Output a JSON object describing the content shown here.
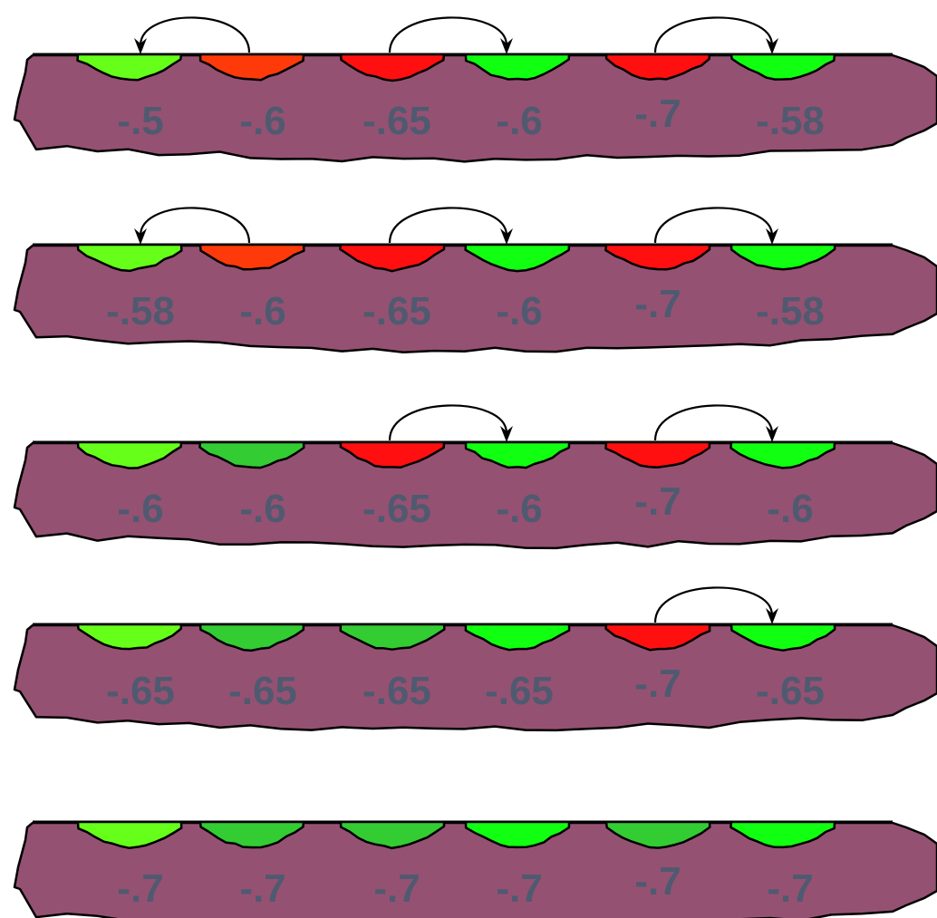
{
  "colors": {
    "board": "#955172",
    "text": "#4f5a70",
    "lime": "#66ff1a",
    "orange": "#ff3a0a",
    "red": "#ff0f0f",
    "bright_green": "#11ff11",
    "mid_green": "#33cc33"
  },
  "rows": [
    {
      "values": [
        "-.5",
        "-.6",
        "-.65",
        "-.6",
        "-.7",
        "-.58"
      ],
      "pit_colors": [
        "lime",
        "orange",
        "red",
        "bright_green",
        "red",
        "bright_green"
      ],
      "arrows": [
        {
          "from": 1,
          "to": 0
        },
        {
          "from": 2,
          "to": 3
        },
        {
          "from": 4,
          "to": 5
        }
      ]
    },
    {
      "values": [
        "-.58",
        "-.6",
        "-.65",
        "-.6",
        "-.7",
        "-.58"
      ],
      "pit_colors": [
        "lime",
        "orange",
        "red",
        "bright_green",
        "red",
        "bright_green"
      ],
      "arrows": [
        {
          "from": 1,
          "to": 0
        },
        {
          "from": 2,
          "to": 3
        },
        {
          "from": 4,
          "to": 5
        }
      ]
    },
    {
      "values": [
        "-.6",
        "-.6",
        "-.65",
        "-.6",
        "-.7",
        "-.6"
      ],
      "pit_colors": [
        "lime",
        "mid_green",
        "red",
        "bright_green",
        "red",
        "bright_green"
      ],
      "arrows": [
        {
          "from": 2,
          "to": 3
        },
        {
          "from": 4,
          "to": 5
        }
      ]
    },
    {
      "values": [
        "-.65",
        "-.65",
        "-.65",
        "-.65",
        "-.7",
        "-.65"
      ],
      "pit_colors": [
        "lime",
        "mid_green",
        "mid_green",
        "bright_green",
        "red",
        "bright_green"
      ],
      "arrows": [
        {
          "from": 4,
          "to": 5
        }
      ]
    },
    {
      "values": [
        "-.7",
        "-.7",
        "-.7",
        "-.7",
        "-.7",
        "-.7"
      ],
      "pit_colors": [
        "lime",
        "mid_green",
        "mid_green",
        "bright_green",
        "mid_green",
        "bright_green"
      ],
      "arrows": []
    }
  ]
}
